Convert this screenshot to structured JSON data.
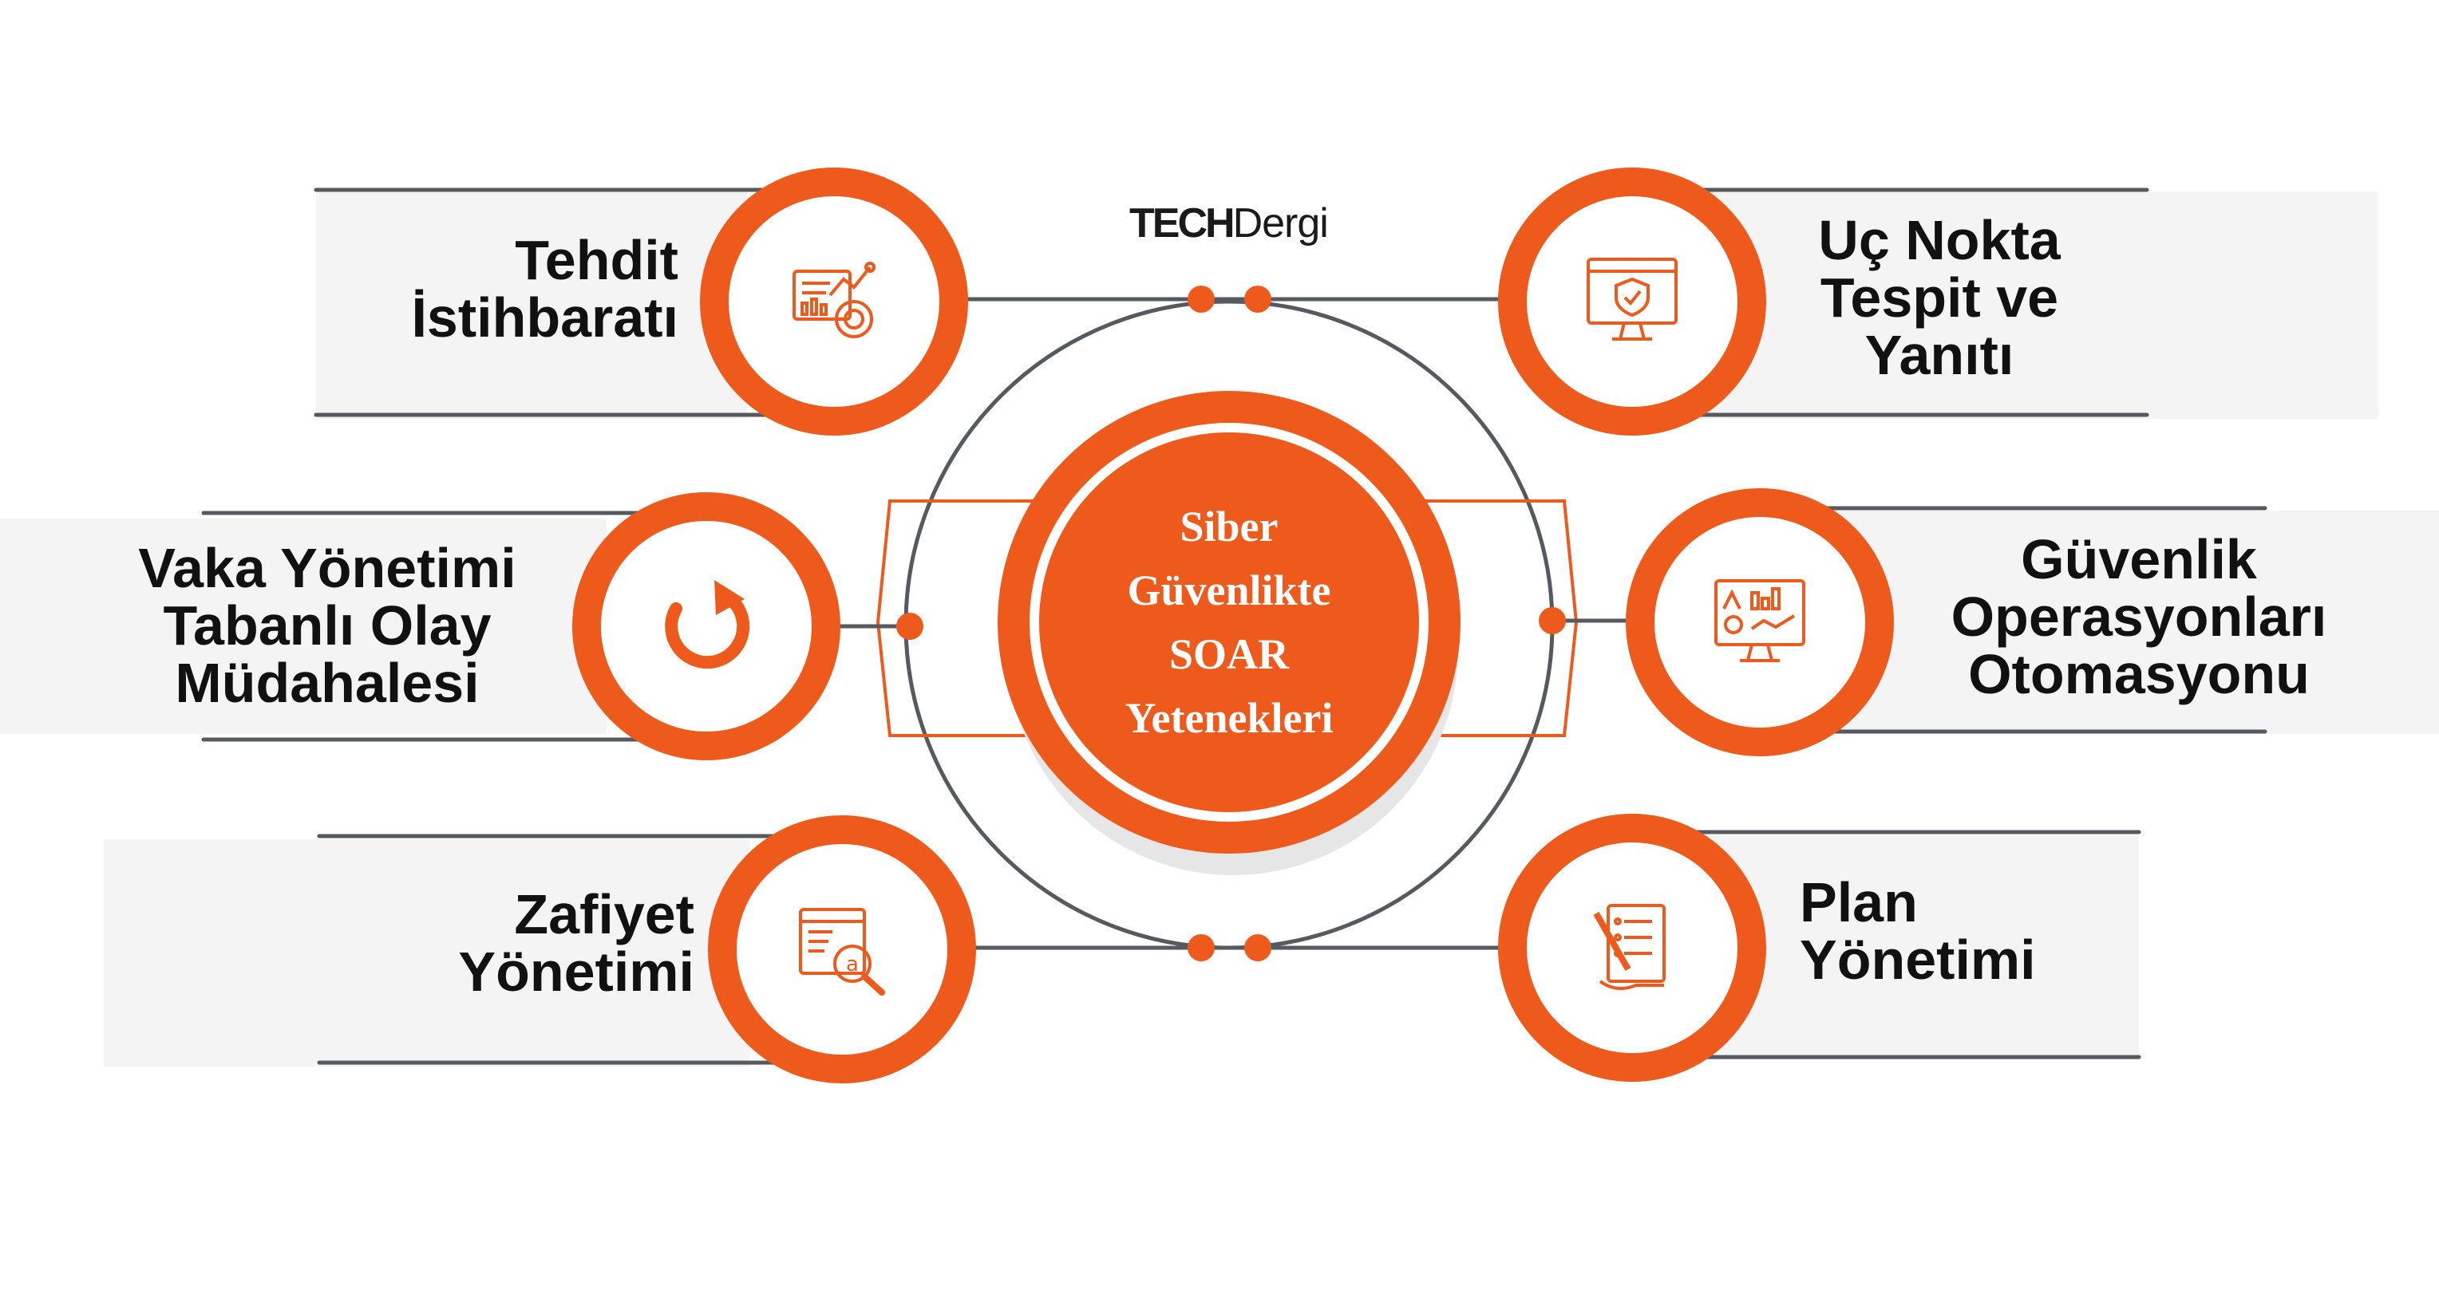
{
  "logo": {
    "brand_bold": "TECH",
    "brand_light": "Dergi"
  },
  "center": {
    "lines": [
      "Siber",
      "Güvenlikte",
      "SOAR",
      "Yetenekleri"
    ]
  },
  "items": [
    {
      "id": "tehdit",
      "icon": "threat-intel-chart-icon",
      "lines": [
        "Tehdit",
        "İstihbaratı"
      ]
    },
    {
      "id": "vaka",
      "icon": "refresh-icon",
      "lines": [
        "Vaka Yönetimi",
        "Tabanlı Olay",
        "Müdahalesi"
      ]
    },
    {
      "id": "zafiyet",
      "icon": "vulnerability-search-icon",
      "lines": [
        "Zafiyet",
        "Yönetimi"
      ]
    },
    {
      "id": "uc-nokta",
      "icon": "monitor-shield-icon",
      "lines": [
        "Uç Nokta",
        "Tespit ve",
        "Yanıtı"
      ]
    },
    {
      "id": "guvenlik",
      "icon": "monitor-dashboard-icon",
      "lines": [
        "Güvenlik",
        "Operasyonları",
        "Otomasyonu"
      ]
    },
    {
      "id": "plan",
      "icon": "checklist-pen-icon",
      "lines": [
        "Plan",
        "Yönetimi"
      ]
    }
  ],
  "colors": {
    "accent": "#ee5a1c",
    "line": "#555a60",
    "text": "#111111",
    "shadow": "#e9e9e9"
  }
}
